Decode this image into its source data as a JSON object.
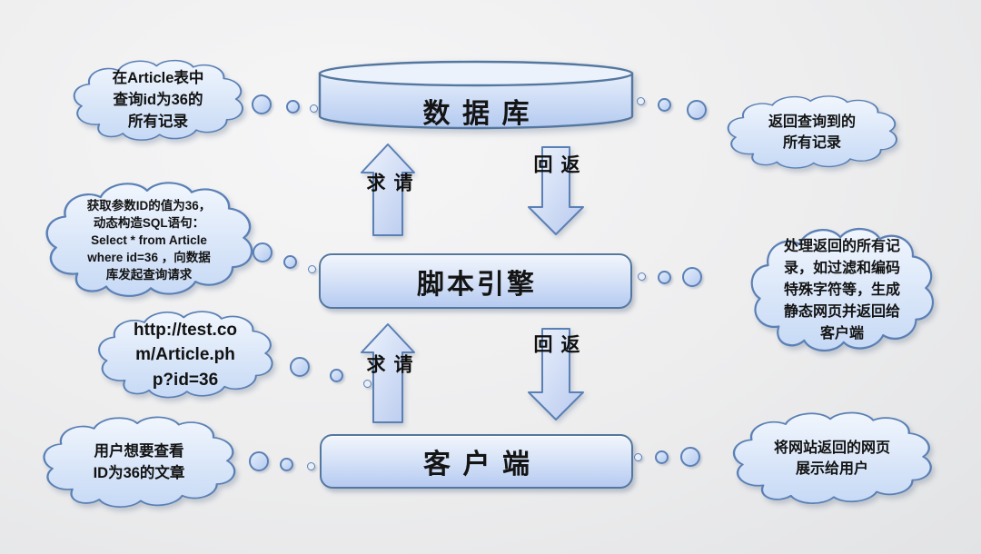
{
  "diagram_type": "web-request-flow",
  "colors": {
    "background": "#ededee",
    "shape_border": "#54779f",
    "shape_fill_light": "#f0f5fd",
    "shape_fill_dark": "#b6cbf1",
    "text": "#121212"
  },
  "nodes": {
    "database": {
      "label": "数据库",
      "shape": "cylinder"
    },
    "script_engine": {
      "label": "脚本引擎",
      "shape": "rounded-rect"
    },
    "client": {
      "label": "客户端",
      "shape": "rounded-rect"
    }
  },
  "arrows": {
    "db_request": {
      "label": "请求",
      "direction": "up",
      "from": "script_engine",
      "to": "database"
    },
    "db_return": {
      "label": "返回",
      "direction": "down",
      "from": "database",
      "to": "script_engine"
    },
    "engine_request": {
      "label": "请求",
      "direction": "up",
      "from": "client",
      "to": "script_engine"
    },
    "engine_return": {
      "label": "返回",
      "direction": "down",
      "from": "script_engine",
      "to": "client"
    }
  },
  "thoughts": {
    "db_query": {
      "text": "在Article表中\n查询id为36的\n所有记录"
    },
    "build_sql": {
      "text": "获取参数ID的值为36，\n动态构造SQL语句：\nSelect * from Article\nwhere id=36 ，向数据\n库发起查询请求"
    },
    "request_url": {
      "text": "http://test.co\nm/Article.ph\np?id=36"
    },
    "user_intent": {
      "text": "用户想要查看\nID为36的文章"
    },
    "db_result": {
      "text": "返回查询到的\n所有记录"
    },
    "process_result": {
      "text": "处理返回的所有记\n录，如过滤和编码\n特殊字符等，生成\n静态网页并返回给\n客户端"
    },
    "show_user": {
      "text": "将网站返回的网页\n展示给用户"
    }
  }
}
